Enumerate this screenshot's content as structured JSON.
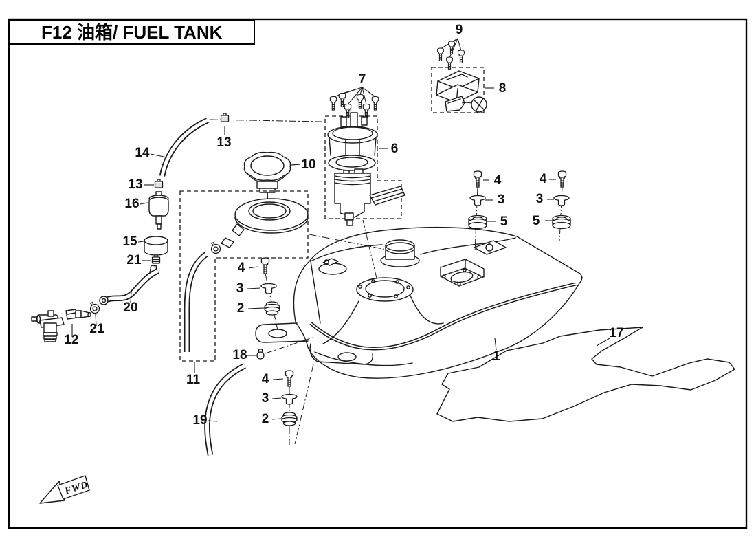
{
  "title": {
    "code_and_name": "F12 油箱/ FUEL TANK"
  },
  "orientation": {
    "label": "FWD"
  },
  "diagram": {
    "type": "exploded-parts-diagram",
    "callouts": [
      {
        "ref": "9"
      },
      {
        "ref": "8"
      },
      {
        "ref": "7"
      },
      {
        "ref": "6"
      },
      {
        "ref": "13"
      },
      {
        "ref": "14"
      },
      {
        "ref": "10"
      },
      {
        "ref": "13"
      },
      {
        "ref": "16"
      },
      {
        "ref": "15"
      },
      {
        "ref": "21"
      },
      {
        "ref": "20"
      },
      {
        "ref": "21"
      },
      {
        "ref": "12"
      },
      {
        "ref": "11"
      },
      {
        "ref": "4"
      },
      {
        "ref": "3"
      },
      {
        "ref": "2"
      },
      {
        "ref": "18"
      },
      {
        "ref": "4"
      },
      {
        "ref": "3"
      },
      {
        "ref": "2"
      },
      {
        "ref": "19"
      },
      {
        "ref": "4"
      },
      {
        "ref": "3"
      },
      {
        "ref": "5"
      },
      {
        "ref": "4"
      },
      {
        "ref": "3"
      },
      {
        "ref": "5"
      },
      {
        "ref": "1"
      },
      {
        "ref": "17"
      }
    ]
  }
}
